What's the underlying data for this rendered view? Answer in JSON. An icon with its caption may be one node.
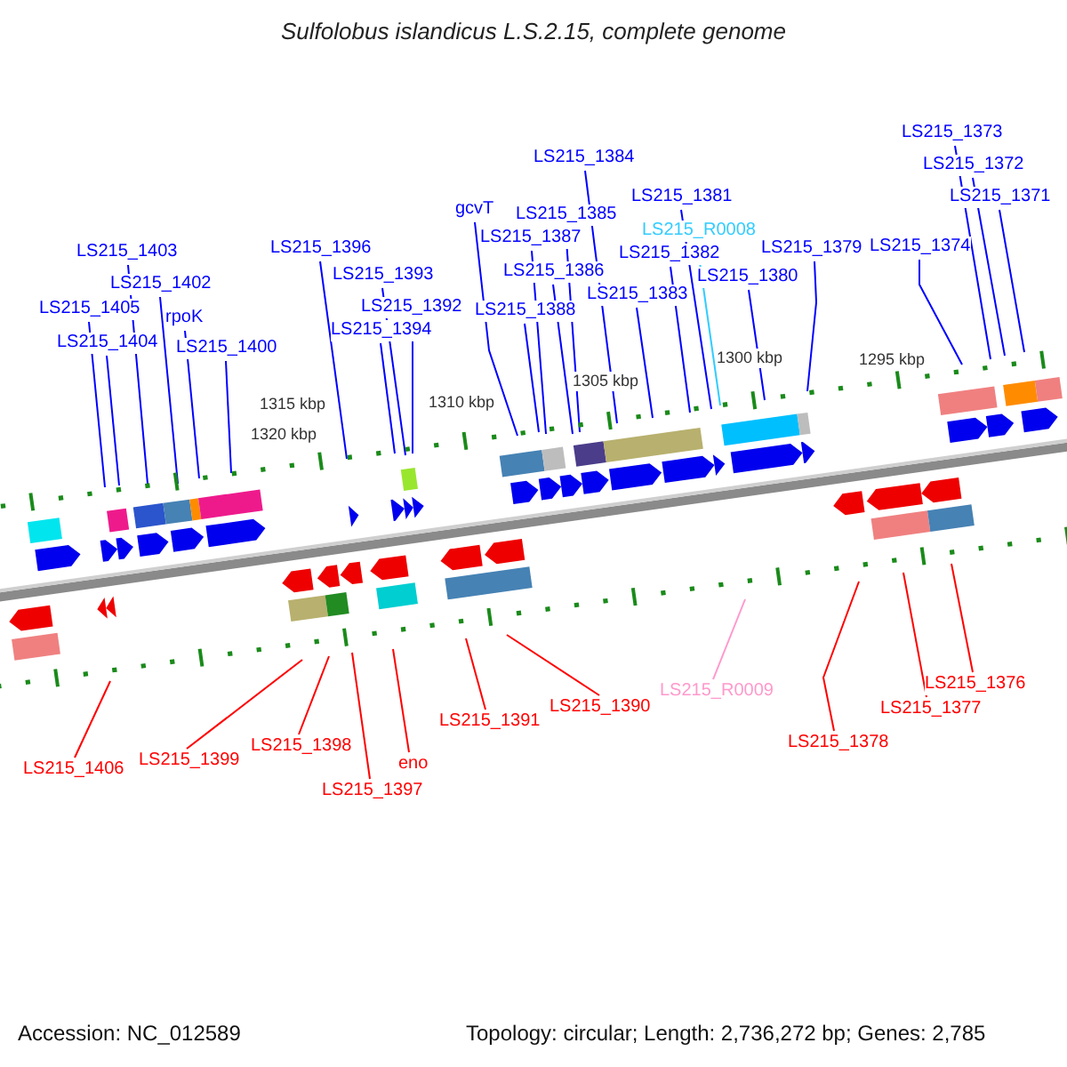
{
  "diagram": {
    "title": "Sulfolobus islandicus L.S.2.15, complete genome",
    "nodes": [
      {
        "text": [
          "LS215_1403"
        ]
      },
      {
        "text": [
          "LS215_1402"
        ]
      },
      {
        "text": [
          "LS215_1405"
        ]
      },
      {
        "text": [
          "rpoK"
        ]
      },
      {
        "text": [
          "LS215_1404"
        ]
      },
      {
        "text": [
          "LS215_1400"
        ]
      },
      {
        "text": [
          "LS215_1396"
        ]
      },
      {
        "text": [
          "LS215_1393"
        ]
      },
      {
        "text": [
          "LS215_1392"
        ]
      },
      {
        "text": [
          "LS215_1394"
        ]
      },
      {
        "text": [
          "gcvT"
        ]
      },
      {
        "text": [
          "LS215_1387"
        ]
      },
      {
        "text": [
          "LS215_1385"
        ]
      },
      {
        "text": [
          "LS215_1386"
        ]
      },
      {
        "text": [
          "LS215_1388"
        ]
      },
      {
        "text": [
          "LS215_1384"
        ]
      },
      {
        "text": [
          "LS215_1381"
        ]
      },
      {
        "text": [
          "LS215_R0008"
        ]
      },
      {
        "text": [
          "LS215_1382"
        ]
      },
      {
        "text": [
          "LS215_1383"
        ]
      },
      {
        "text": [
          "LS215_1380"
        ]
      },
      {
        "text": [
          "LS215_1379"
        ]
      },
      {
        "text": [
          "LS215_1374"
        ]
      },
      {
        "text": [
          "LS215_1373"
        ]
      },
      {
        "text": [
          "LS215_1372"
        ]
      },
      {
        "text": [
          "LS215_1371"
        ]
      },
      {
        "text": [
          "LS215_1406"
        ]
      },
      {
        "text": [
          "LS215_1399"
        ]
      },
      {
        "text": [
          "LS215_1398"
        ]
      },
      {
        "text": [
          "LS215_1397"
        ]
      },
      {
        "text": [
          "eno"
        ]
      },
      {
        "text": [
          "LS215_1391"
        ]
      },
      {
        "text": [
          "LS215_1390"
        ]
      },
      {
        "text": [
          "LS215_R0009"
        ]
      },
      {
        "text": [
          "LS215_1378"
        ]
      },
      {
        "text": [
          "LS215_1377"
        ]
      },
      {
        "text": [
          "LS215_1376"
        ]
      }
    ],
    "edges": [
      {
        "from": 0,
        "to": null,
        "arrow": "none"
      },
      {
        "from": 1,
        "to": null,
        "arrow": "none"
      },
      {
        "from": 2,
        "to": null,
        "arrow": "none"
      },
      {
        "from": 3,
        "to": null,
        "arrow": "none"
      },
      {
        "from": 4,
        "to": null,
        "arrow": "none"
      },
      {
        "from": 5,
        "to": null,
        "arrow": "none"
      },
      {
        "from": 6,
        "to": null,
        "arrow": "none"
      },
      {
        "from": 7,
        "to": null,
        "arrow": "none"
      },
      {
        "from": 8,
        "to": null,
        "arrow": "none"
      },
      {
        "from": 9,
        "to": null,
        "arrow": "none"
      },
      {
        "from": 10,
        "to": null,
        "arrow": "none"
      },
      {
        "from": 11,
        "to": null,
        "arrow": "none"
      },
      {
        "from": 12,
        "to": null,
        "arrow": "none"
      },
      {
        "from": 13,
        "to": null,
        "arrow": "none"
      },
      {
        "from": 14,
        "to": null,
        "arrow": "none"
      },
      {
        "from": 15,
        "to": null,
        "arrow": "none"
      },
      {
        "from": 16,
        "to": null,
        "arrow": "none"
      },
      {
        "from": 17,
        "to": null,
        "arrow": "none",
        "color": "#33ccff"
      },
      {
        "from": 18,
        "to": null,
        "arrow": "none"
      },
      {
        "from": 19,
        "to": null,
        "arrow": "none"
      },
      {
        "from": 20,
        "to": null,
        "arrow": "none"
      },
      {
        "from": 21,
        "to": null,
        "arrow": "none"
      },
      {
        "from": 22,
        "to": null,
        "arrow": "none"
      },
      {
        "from": 23,
        "to": null,
        "arrow": "none"
      },
      {
        "from": 24,
        "to": null,
        "arrow": "none"
      },
      {
        "from": 25,
        "to": null,
        "arrow": "none"
      },
      {
        "from": 26,
        "to": null,
        "arrow": "none",
        "color": "#ff0000"
      },
      {
        "from": 27,
        "to": null,
        "arrow": "none",
        "color": "#ff0000"
      },
      {
        "from": 28,
        "to": null,
        "arrow": "none",
        "color": "#ff0000"
      },
      {
        "from": 29,
        "to": null,
        "arrow": "none",
        "color": "#ff0000"
      },
      {
        "from": 30,
        "to": null,
        "arrow": "none",
        "color": "#ff0000"
      },
      {
        "from": 31,
        "to": null,
        "arrow": "none",
        "color": "#ff0000"
      },
      {
        "from": 32,
        "to": null,
        "arrow": "none",
        "color": "#ff0000"
      },
      {
        "from": 33,
        "to": null,
        "arrow": "none",
        "color": "#ff99cc"
      },
      {
        "from": 34,
        "to": null,
        "arrow": "none",
        "color": "#ff0000"
      },
      {
        "from": 35,
        "to": null,
        "arrow": "none",
        "color": "#ff0000"
      },
      {
        "from": 36,
        "to": null,
        "arrow": "none",
        "color": "#ff0000"
      }
    ],
    "labels": [
      "1320 kbp",
      "1315 kbp",
      "1310 kbp",
      "1305 kbp",
      "1300 kbp",
      "1295 kbp",
      "Accession: NC_012589",
      "Topology: circular; Length: 2,736,272 bp; Genes: 2,785"
    ]
  }
}
